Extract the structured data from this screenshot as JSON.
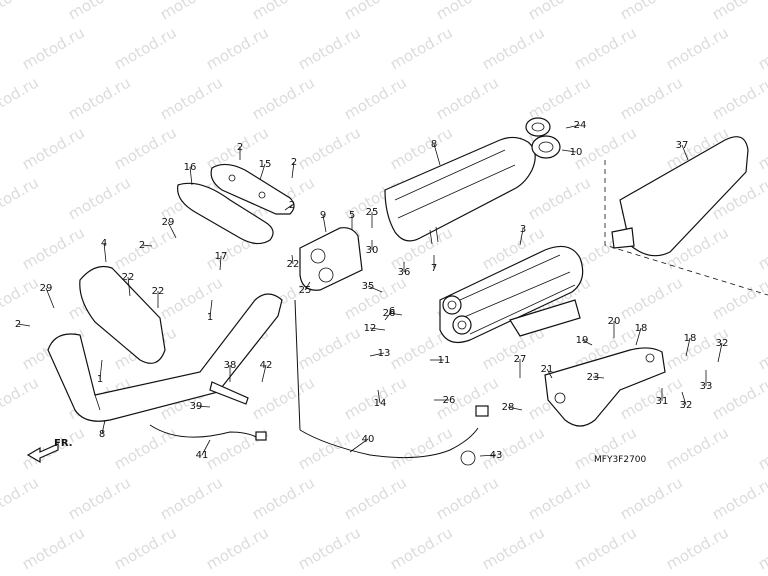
{
  "watermark": "motod.ru",
  "diagram_code": "MFY3F2700",
  "front_label": "FR.",
  "callouts": [
    "1",
    "2",
    "3",
    "4",
    "5",
    "6",
    "7",
    "8",
    "9",
    "10",
    "11",
    "12",
    "13",
    "14",
    "15",
    "16",
    "17",
    "18",
    "19",
    "20",
    "21",
    "22",
    "23",
    "24",
    "25",
    "26",
    "27",
    "28",
    "29",
    "30",
    "31",
    "32",
    "33",
    "35",
    "36",
    "37",
    "38",
    "39",
    "40",
    "41",
    "42",
    "43"
  ]
}
